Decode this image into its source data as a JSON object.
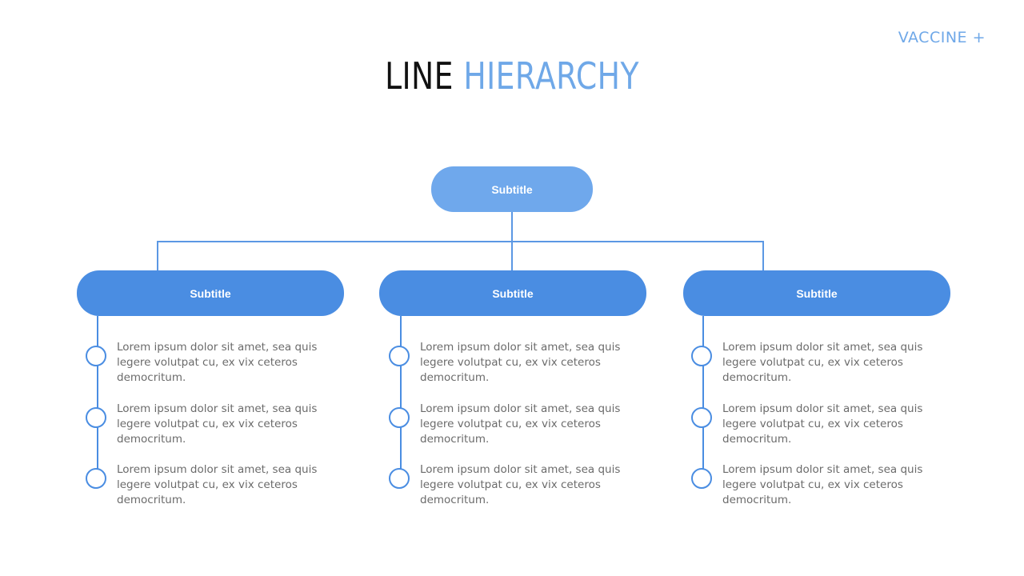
{
  "brand": "VACCINE +",
  "title": {
    "part1": "LINE",
    "part2": "HIERARCHY"
  },
  "colors": {
    "accent_light": "#6fa8ec",
    "accent": "#4a8de2",
    "body_text": "#6b6b6b"
  },
  "root": {
    "label": "Subtitle"
  },
  "columns": [
    {
      "label": "Subtitle",
      "items": [
        "Lorem ipsum dolor sit amet, sea quis legere volutpat cu, ex vix ceteros democritum.",
        "Lorem ipsum dolor sit amet, sea quis legere volutpat cu, ex vix ceteros democritum.",
        "Lorem ipsum dolor sit amet, sea quis legere volutpat cu, ex vix ceteros democritum."
      ]
    },
    {
      "label": "Subtitle",
      "items": [
        "Lorem ipsum dolor sit amet, sea quis legere volutpat cu, ex vix ceteros democritum.",
        "Lorem ipsum dolor sit amet, sea quis legere volutpat cu, ex vix ceteros democritum.",
        "Lorem ipsum dolor sit amet, sea quis legere volutpat cu, ex vix ceteros democritum."
      ]
    },
    {
      "label": "Subtitle",
      "items": [
        "Lorem ipsum dolor sit amet, sea quis legere volutpat cu, ex vix ceteros democritum.",
        "Lorem ipsum dolor sit amet, sea quis legere volutpat cu, ex vix ceteros democritum.",
        "Lorem ipsum dolor sit amet, sea quis legere volutpat cu, ex vix ceteros democritum."
      ]
    }
  ]
}
